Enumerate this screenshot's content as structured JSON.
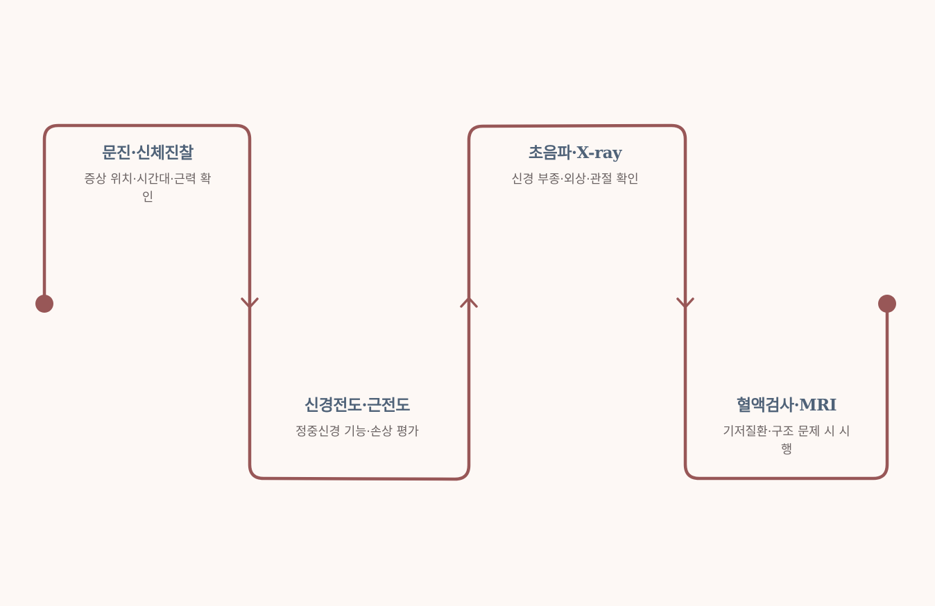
{
  "colors": {
    "background": "#fdf8f5",
    "line": "#985757",
    "title": "#4f6278",
    "description": "#6b6363"
  },
  "steps": [
    {
      "title": "문진·신체진찰",
      "description": "증상 위치·시간대·근력 확인"
    },
    {
      "title": "신경전도·근전도",
      "description": "정중신경 기능·손상 평가"
    },
    {
      "title": "초음파·X-ray",
      "description": "신경 부종·외상·관절 확인"
    },
    {
      "title": "혈액검사·MRI",
      "description": "기저질환·구조 문제 시 시행"
    }
  ]
}
